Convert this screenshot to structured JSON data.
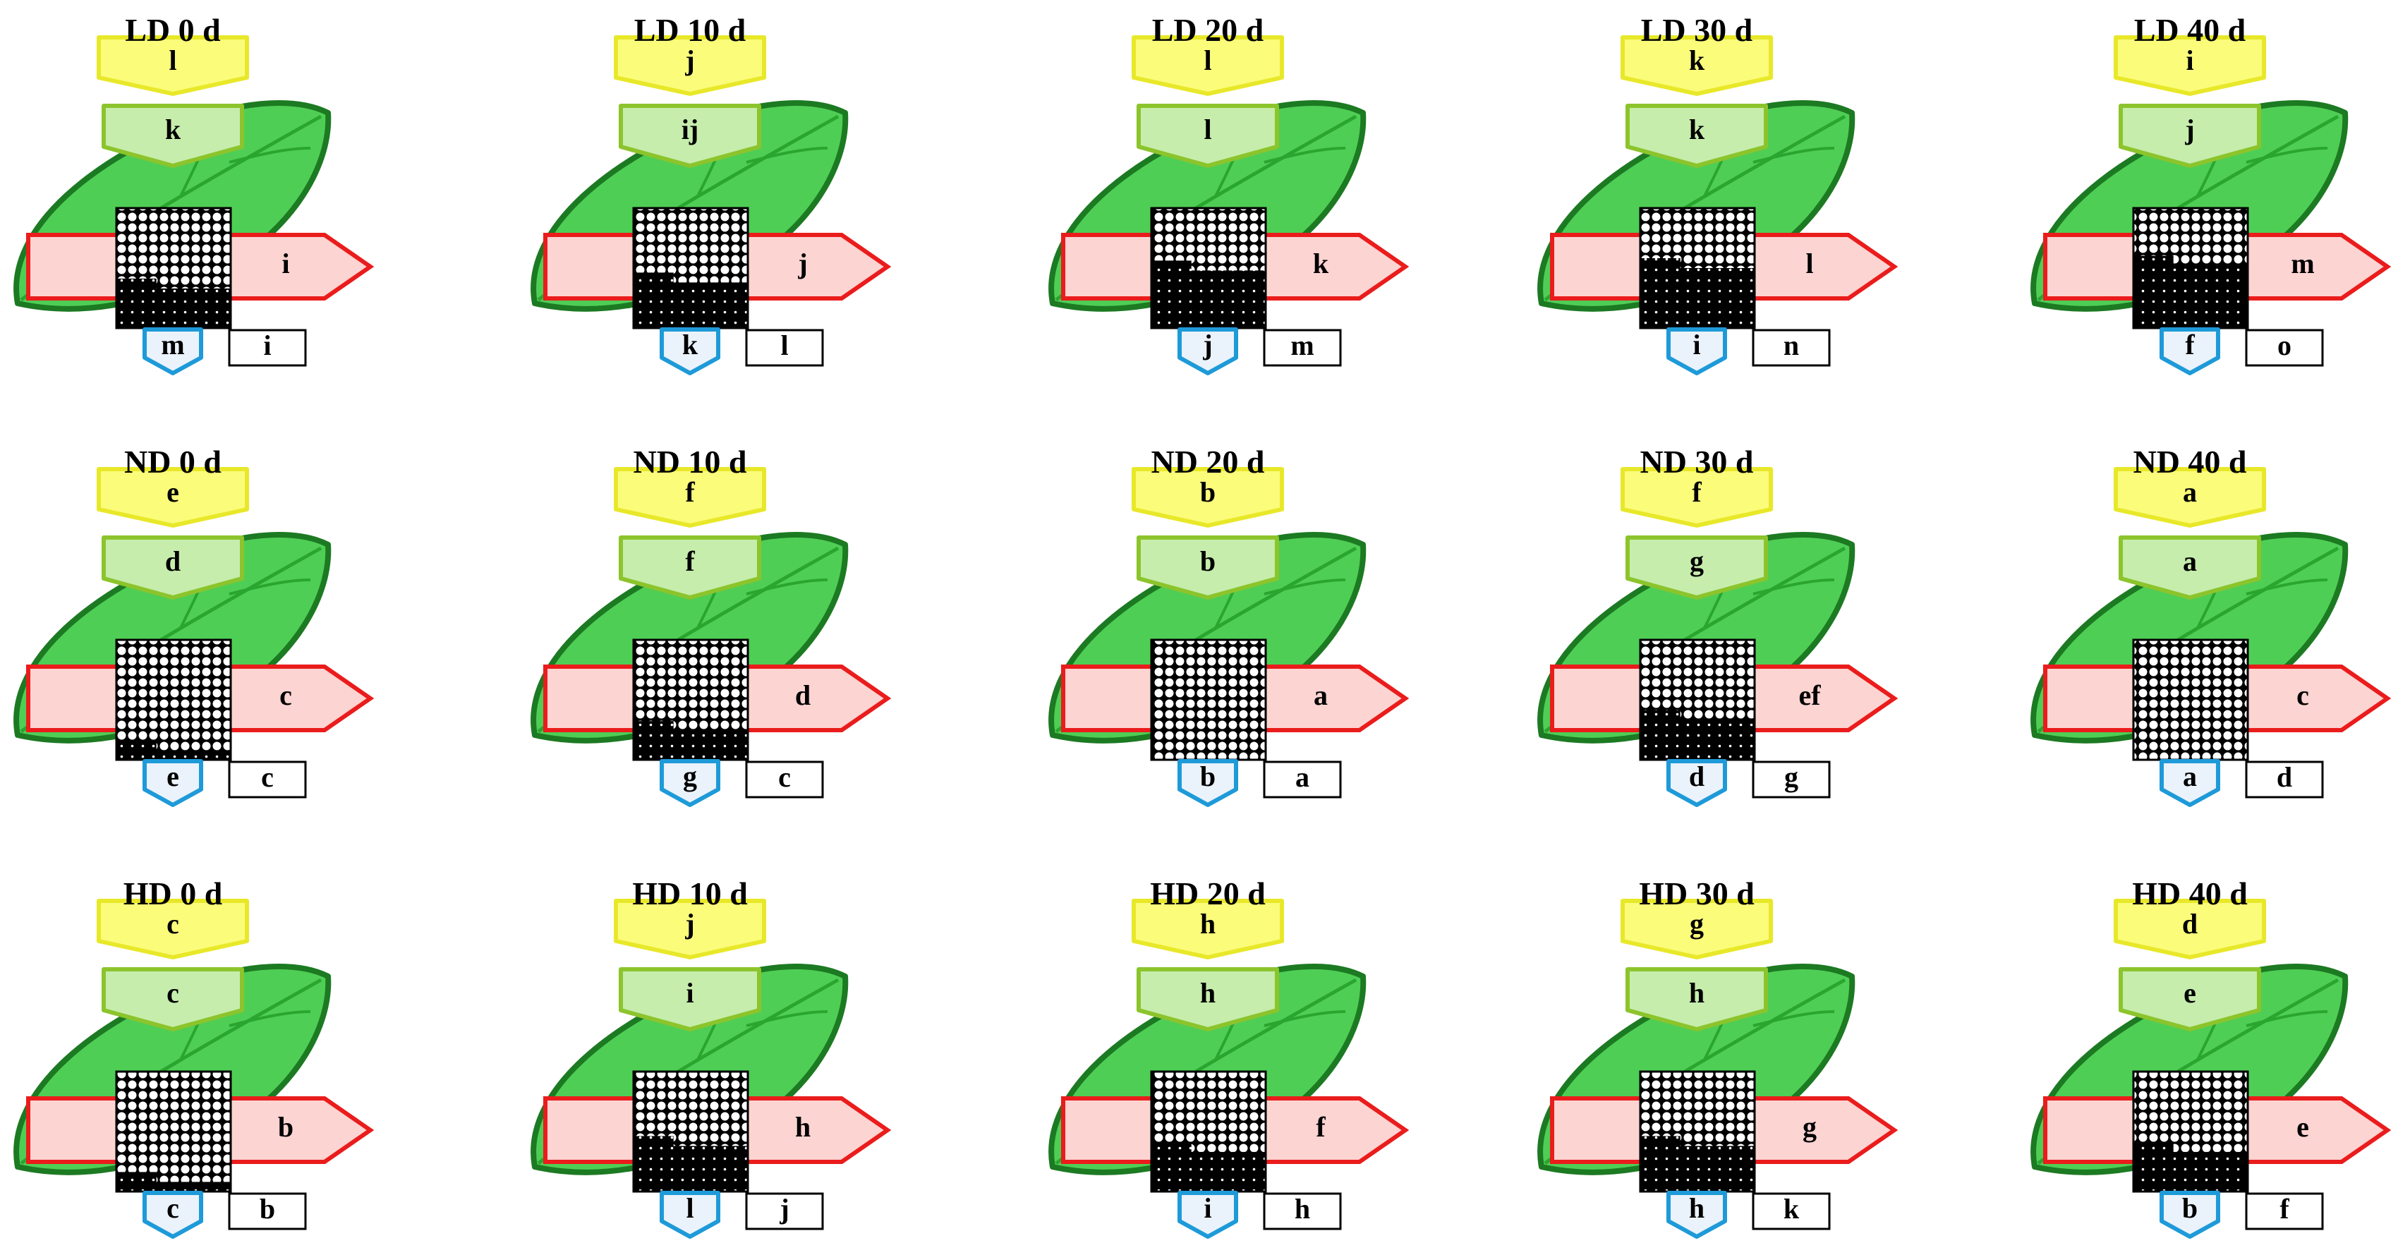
{
  "rows": [
    {
      "treatment": "LD",
      "panels": [
        {
          "title": "LD  0 d",
          "yellow": "l",
          "lightgreen": "k",
          "red": "i",
          "blue": "m",
          "box": "i",
          "black_fraction": 0.33
        },
        {
          "title": "LD  10 d",
          "yellow": "j",
          "lightgreen": "ij",
          "red": "j",
          "blue": "k",
          "box": "l",
          "black_fraction": 0.38
        },
        {
          "title": "LD  20 d",
          "yellow": "l",
          "lightgreen": "l",
          "red": "k",
          "blue": "j",
          "box": "m",
          "black_fraction": 0.48
        },
        {
          "title": "LD  30 d",
          "yellow": "k",
          "lightgreen": "k",
          "red": "l",
          "blue": "i",
          "box": "n",
          "black_fraction": 0.5
        },
        {
          "title": "LD  40 d",
          "yellow": "i",
          "lightgreen": "j",
          "red": "m",
          "blue": "f",
          "box": "o",
          "black_fraction": 0.52
        }
      ]
    },
    {
      "treatment": "ND",
      "panels": [
        {
          "title": "ND  0 d",
          "yellow": "e",
          "lightgreen": "d",
          "red": "c",
          "blue": "e",
          "box": "c",
          "black_fraction": 0.08
        },
        {
          "title": "ND  10 d",
          "yellow": "f",
          "lightgreen": "f",
          "red": "d",
          "blue": "g",
          "box": "c",
          "black_fraction": 0.24
        },
        {
          "title": "ND  20 d",
          "yellow": "b",
          "lightgreen": "b",
          "red": "a",
          "blue": "b",
          "box": "a",
          "black_fraction": 0.0
        },
        {
          "title": "ND  30 d",
          "yellow": "f",
          "lightgreen": "g",
          "red": "ef",
          "blue": "d",
          "box": "g",
          "black_fraction": 0.33
        },
        {
          "title": "ND  40 d",
          "yellow": "a",
          "lightgreen": "a",
          "red": "c",
          "blue": "a",
          "box": "d",
          "black_fraction": 0.0
        }
      ]
    },
    {
      "treatment": "HD",
      "panels": [
        {
          "title": "HD  0 d",
          "yellow": "c",
          "lightgreen": "c",
          "red": "b",
          "blue": "c",
          "box": "b",
          "black_fraction": 0.08
        },
        {
          "title": "HD  10 d",
          "yellow": "j",
          "lightgreen": "i",
          "red": "h",
          "blue": "l",
          "box": "j",
          "black_fraction": 0.38
        },
        {
          "title": "HD  20 d",
          "yellow": "h",
          "lightgreen": "h",
          "red": "f",
          "blue": "i",
          "box": "h",
          "black_fraction": 0.33
        },
        {
          "title": "HD  30 d",
          "yellow": "g",
          "lightgreen": "h",
          "red": "g",
          "blue": "h",
          "box": "k",
          "black_fraction": 0.38
        },
        {
          "title": "HD  40 d",
          "yellow": "d",
          "lightgreen": "e",
          "red": "e",
          "blue": "b",
          "box": "f",
          "black_fraction": 0.33
        }
      ]
    }
  ],
  "colors": {
    "leaf_fill": "#4fce55",
    "leaf_dark": "#2aa52f",
    "leaf_outline": "#1c7a22",
    "yellow_fill": "#fbfc7a",
    "yellow_stroke": "#e8e82a",
    "lightgreen_fill": "#c6edac",
    "lightgreen_stroke": "#8cc42c",
    "red_fill": "#fcd4d2",
    "red_stroke": "#ea1c1c",
    "blue_fill": "#eaf2fb",
    "blue_stroke": "#1e9ad8",
    "box_stroke": "#000000"
  }
}
